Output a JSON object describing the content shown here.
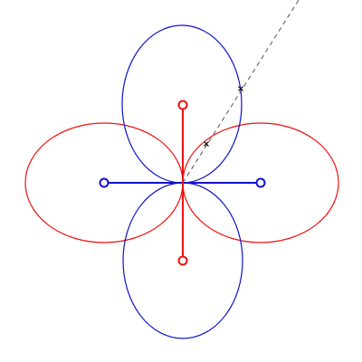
{
  "diagram": {
    "colors": {
      "red": "#ee1111",
      "blue": "#1111cc",
      "dashed_line": "#555555",
      "marker": "#000000",
      "background": "#ffffff"
    },
    "horizontal_lobes": {
      "color_key": "red",
      "count": 2,
      "shape": "ellipse"
    },
    "vertical_lobes": {
      "color_key": "blue",
      "count": 2,
      "shape": "ellipse"
    },
    "horizontal_axis_segment": {
      "color_key": "blue",
      "end_markers": "open-circle"
    },
    "vertical_axis_segment": {
      "color_key": "red",
      "end_markers": "open-circle"
    },
    "diagonal_line": {
      "style": "dashed",
      "marker": "x",
      "marker_count": 2
    }
  }
}
